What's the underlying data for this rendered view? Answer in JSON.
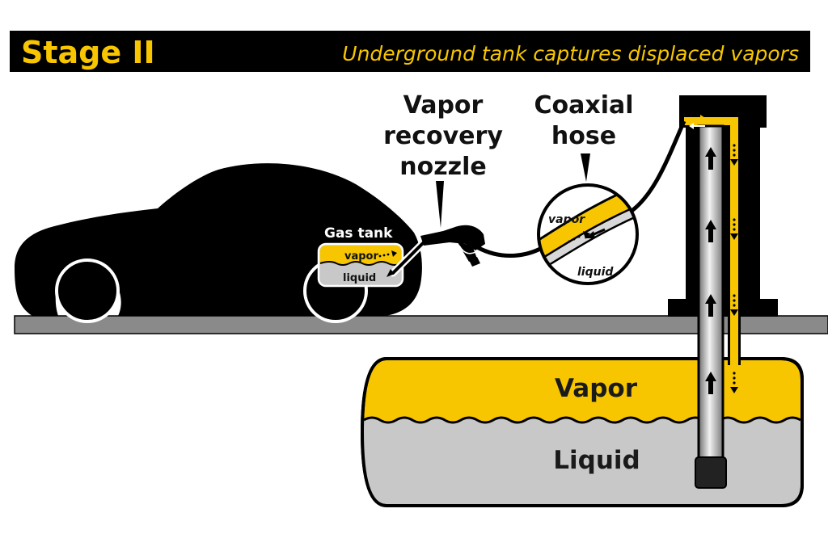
{
  "banner": {
    "title": "Stage II",
    "subtitle": "Underground tank captures displaced vapors"
  },
  "labels": {
    "nozzle": [
      "Vapor",
      "recovery",
      "nozzle"
    ],
    "hose": [
      "Coaxial",
      "hose"
    ],
    "gas_tank": "Gas tank",
    "car_vapor": "vapor",
    "car_liquid": "liquid",
    "hose_vapor": "vapor",
    "hose_liquid": "liquid",
    "tank_vapor": "Vapor",
    "tank_liquid": "Liquid"
  },
  "colors": {
    "vapor": "#f7c600",
    "liquid": "#c8c8c8",
    "ground": "#8a8a8a",
    "silhouette": "#000000"
  }
}
